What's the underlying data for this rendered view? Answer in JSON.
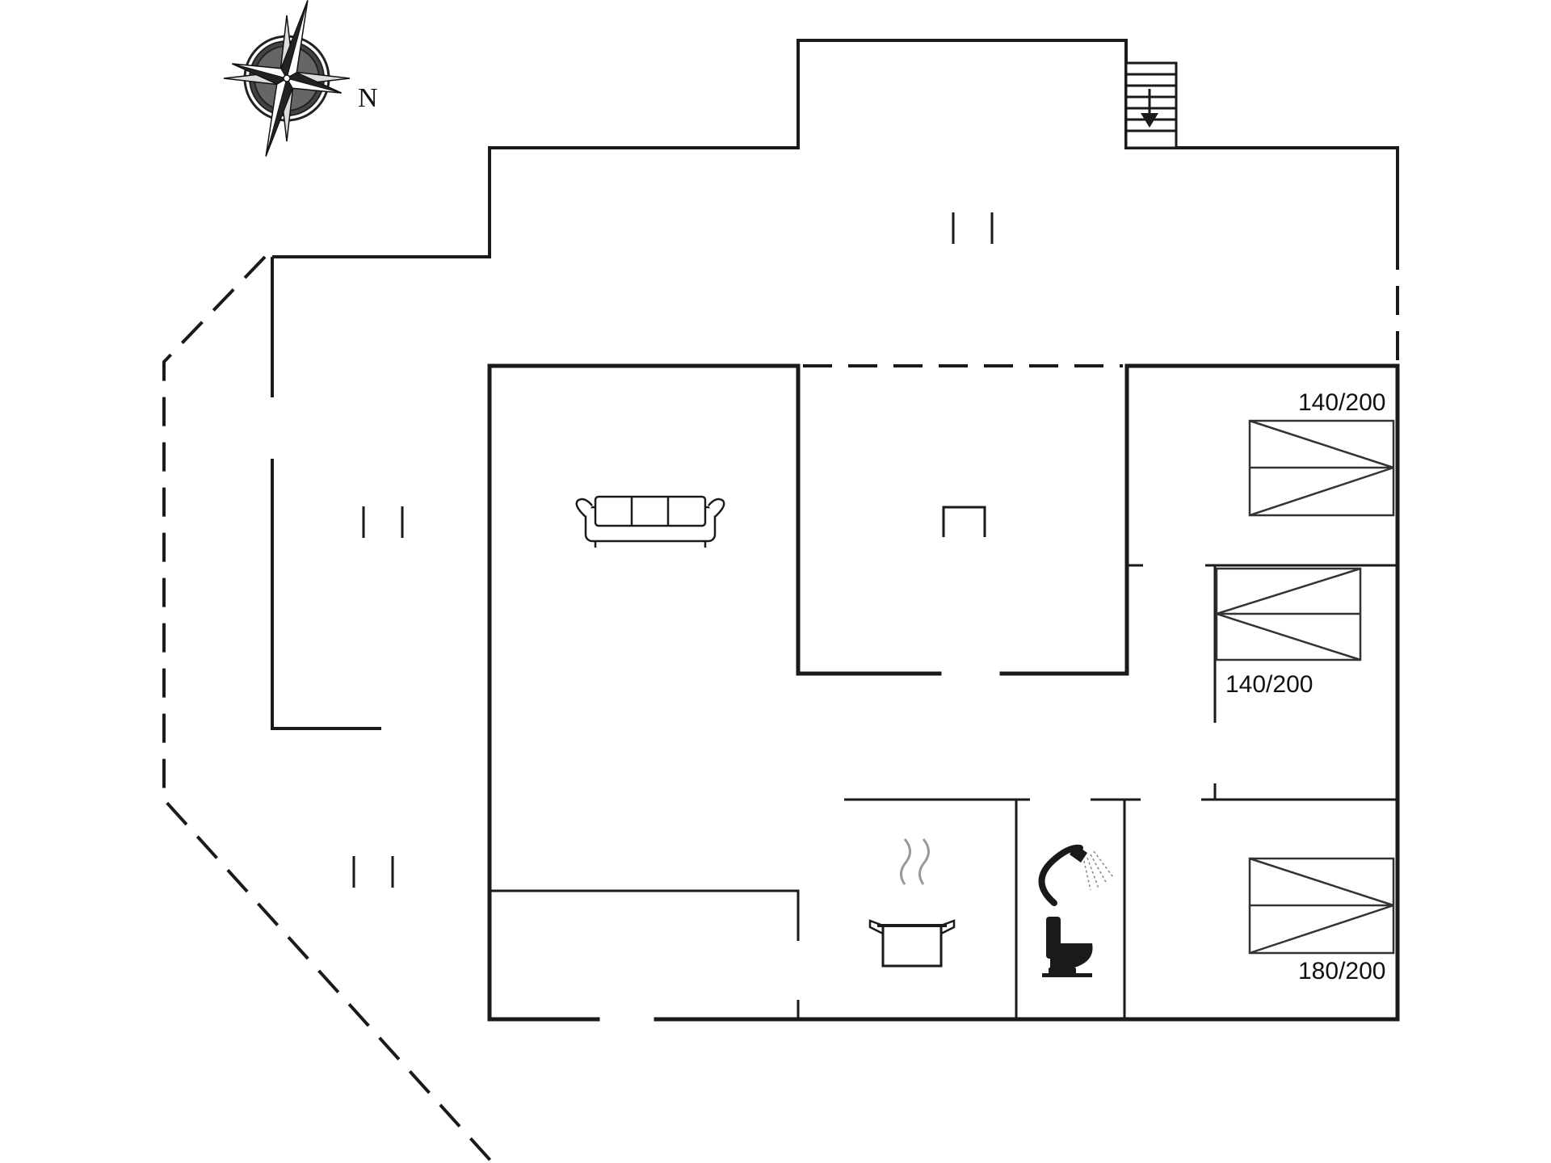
{
  "compass": {
    "north_label": "N",
    "icon": "compass-rose-icon"
  },
  "rooms": {
    "living_room": {
      "icon": "sofa-icon"
    },
    "middle_room": {
      "icon": "table-icon"
    },
    "kitchen": {
      "icon": "cooking-pot-icon"
    },
    "bathroom": {
      "icons": [
        "shower-icon",
        "toilet-icon"
      ]
    },
    "stairs": {
      "icon": "stairs-down-icon"
    }
  },
  "beds": [
    {
      "label": "140/200"
    },
    {
      "label": "140/200"
    },
    {
      "label": "180/200"
    }
  ],
  "colors": {
    "wall": "#1a1a1a",
    "background": "#ffffff"
  }
}
